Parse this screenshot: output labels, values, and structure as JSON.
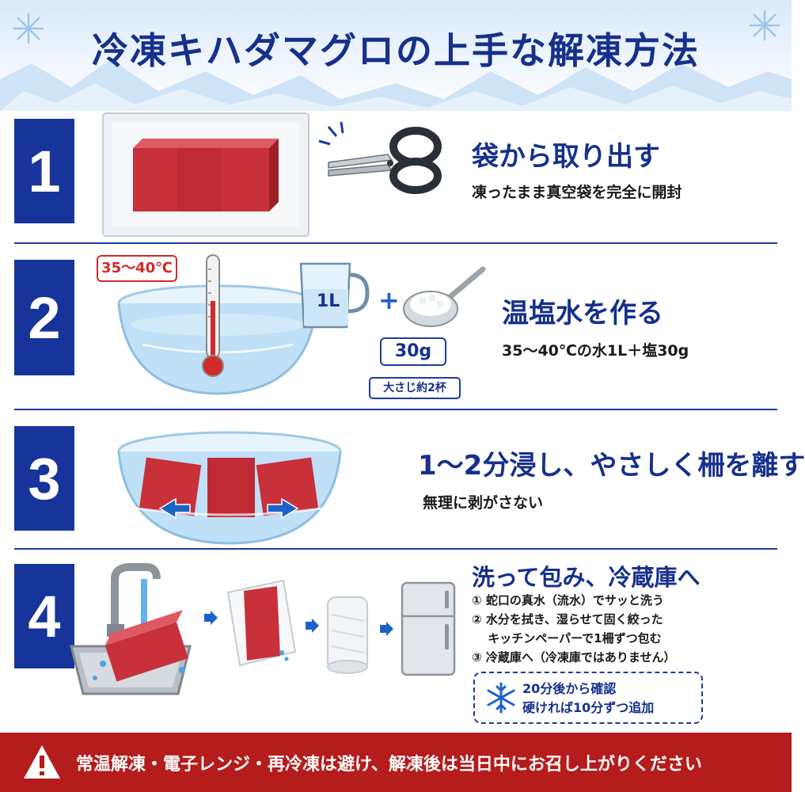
{
  "title": "冷凍キハダマグロの上手な解凍方法",
  "colors": {
    "navy": "#16349a",
    "accent": "#16308c",
    "warning_bg": "#b51c1c",
    "tuna": "#c8303a",
    "water": "#bfe0f6"
  },
  "steps": [
    {
      "number": "1",
      "title": "袋から取り出す",
      "subtitle": "凍ったまま真空袋を完全に開封",
      "icons": [
        "vacuum-bag-icon",
        "tuna-block-icon",
        "scissors-icon"
      ]
    },
    {
      "number": "2",
      "title": "温塩水を作る",
      "subtitle": "35～40℃の水1L＋塩30g",
      "temp_label": "35～40℃",
      "liter_label": "1L",
      "plus": "+",
      "salt_amount": "30g",
      "salt_note": "大さじ約2杯",
      "icons": [
        "glass-bowl-icon",
        "thermometer-icon",
        "measuring-cup-icon",
        "salt-spoon-icon"
      ]
    },
    {
      "number": "3",
      "title": "1～2分浸し、やさしく柵を離す",
      "subtitle": "無理に剥がさない",
      "icons": [
        "glass-bowl-icon",
        "tuna-block-icon",
        "arrow-left-icon",
        "arrow-right-icon"
      ]
    },
    {
      "number": "4",
      "title": "洗って包み、冷蔵庫へ",
      "list": [
        "① 蛇口の真水（流水）でサッと洗う",
        "② 水分を拭き、湿らせて固く絞った",
        "　 キッチンペーパーで1柵ずつ包む",
        "③ 冷蔵庫へ（冷凍庫ではありません）"
      ],
      "check_lines": [
        "20分後から確認",
        "硬ければ10分ずつ追加"
      ],
      "icons": [
        "sink-faucet-icon",
        "paper-towel-icon",
        "wrapped-roll-icon",
        "refrigerator-icon",
        "snowflake-icon"
      ]
    }
  ],
  "warning": "常温解凍・電子レンジ・再冷凍は避け、解凍後は当日中にお召し上がりください"
}
